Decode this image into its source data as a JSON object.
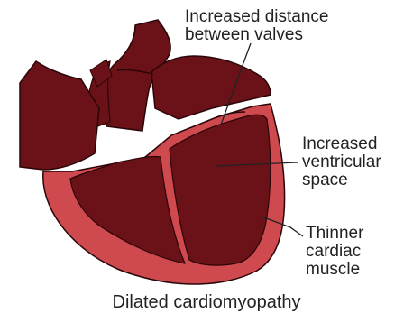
{
  "labels": {
    "valves": [
      "Increased distance",
      "between valves"
    ],
    "space": [
      "Increased",
      "ventricular",
      "space"
    ],
    "muscle": [
      "Thinner",
      "cardiac",
      "muscle"
    ]
  },
  "caption": "Dilated cardiomyopathy",
  "colors": {
    "chamber": "#6b1218",
    "muscle": "#cf4a4f",
    "outline": "#2a0508",
    "leader": "#222222"
  }
}
